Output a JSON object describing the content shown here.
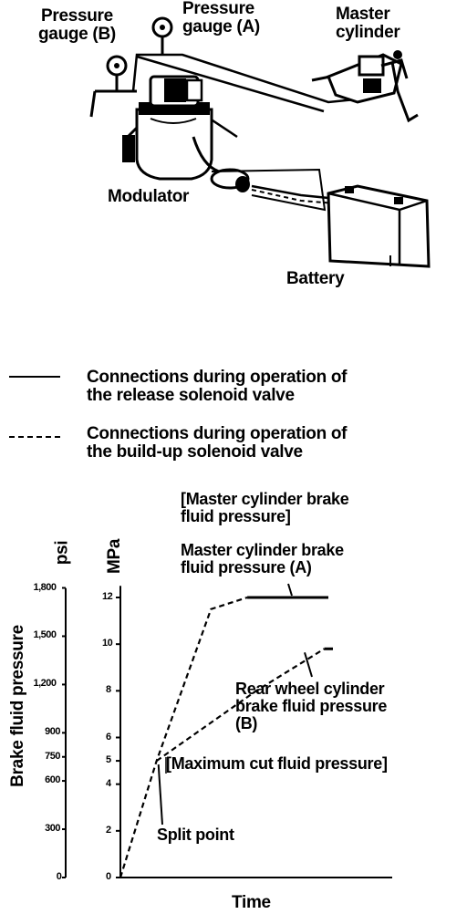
{
  "diagram": {
    "labels": {
      "gauge_b": "Pressure\ngauge (B)",
      "gauge_a": "Pressure\ngauge (A)",
      "master_cylinder": "Master\ncylinder",
      "modulator": "Modulator",
      "battery": "Battery"
    }
  },
  "legend": [
    {
      "style": "solid",
      "text": "Connections during operation of\nthe release solenoid valve"
    },
    {
      "style": "dashed",
      "text": "Connections during operation of\nthe build-up solenoid valve"
    }
  ],
  "chart_data": {
    "type": "line",
    "xlabel": "Time",
    "ylabel": "Brake fluid pressure",
    "y_unit_left": "psi",
    "y_unit_right": "MPa",
    "ylim": [
      0,
      12.5
    ],
    "yticks_mpa": [
      "0",
      "2",
      "4",
      "5",
      "6",
      "8",
      "10",
      "12"
    ],
    "yticks_psi": [
      {
        "label": "0",
        "mpa": 0
      },
      {
        "label": "300",
        "mpa": 2.07
      },
      {
        "label": "600",
        "mpa": 4.14
      },
      {
        "label": "750",
        "mpa": 5.17
      },
      {
        "label": "900",
        "mpa": 6.2
      },
      {
        "label": "1,200",
        "mpa": 8.27
      },
      {
        "label": "1,500",
        "mpa": 10.34
      },
      {
        "label": "1,800",
        "mpa": 12.41
      }
    ],
    "series": [
      {
        "name": "Master cylinder brake fluid pressure (A)",
        "style": "dashed",
        "x": [
          0,
          0.08,
          0.2,
          0.28
        ],
        "y": [
          0,
          5,
          11.5,
          12
        ]
      },
      {
        "name": "Rear wheel cylinder brake fluid pressure (B)",
        "style": "dashed",
        "x": [
          0.08,
          0.3,
          0.45
        ],
        "y": [
          5,
          8,
          9.8
        ]
      }
    ],
    "annotations": {
      "bracket_master": "[Master cylinder brake\nfluid pressure]",
      "master_a": "Master cylinder brake\nfluid pressure (A)",
      "rear_b": "Rear wheel cylinder\nbrake fluid pressure\n(B)",
      "max_cut": "[Maximum cut fluid pressure]",
      "split_point": "Split point"
    }
  }
}
